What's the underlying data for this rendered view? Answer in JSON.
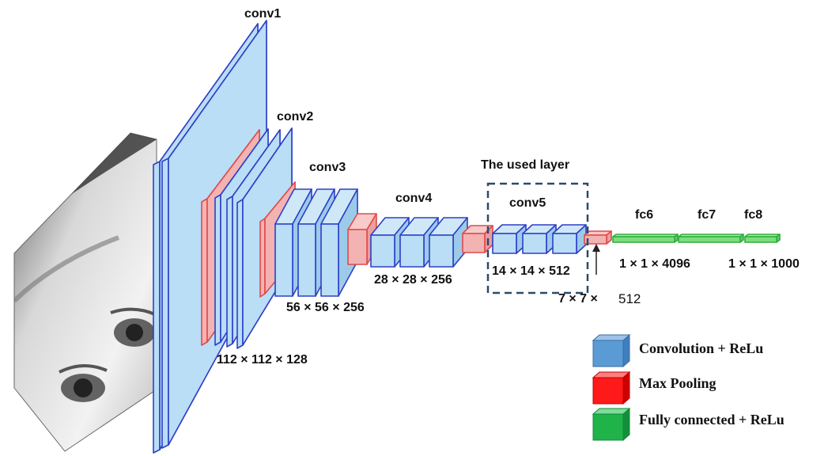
{
  "colors": {
    "conv_face": "#b9def5",
    "conv_side": "#9ccbea",
    "conv_top": "#cfe8f8",
    "conv_edge": "#2e3fc8",
    "pool_face": "#f3b3b3",
    "pool_edge": "#e04a4a",
    "fc_face": "#7fdc7f",
    "fc_edge": "#2fae3c",
    "box_dash": "#2a4a6a",
    "legend_conv": "#5b9bd5",
    "legend_pool": "#ff1a1a",
    "legend_fc": "#1fb34a"
  },
  "layers": {
    "conv1": "conv1",
    "conv2": "conv2",
    "conv3": "conv3",
    "conv4": "conv4",
    "conv5": "conv5",
    "fc6": "fc6",
    "fc7": "fc7",
    "fc8": "fc8"
  },
  "dimensions": {
    "d112": "112 × 112 × 128",
    "d56": "56 × 56 × 256",
    "d28": "28 × 28 × 256",
    "d14": "14 × 14 × 512",
    "d7a": "7 × 7 ×",
    "d7b": "512",
    "fc4096": "1 × 1 × 4096",
    "fc1000": "1 × 1 × 1000"
  },
  "used_layer_label": "The used layer",
  "legend": {
    "conv": "Convolution + ReLu",
    "pool": "Max Pooling",
    "fc": "Fully connected + ReLu"
  }
}
